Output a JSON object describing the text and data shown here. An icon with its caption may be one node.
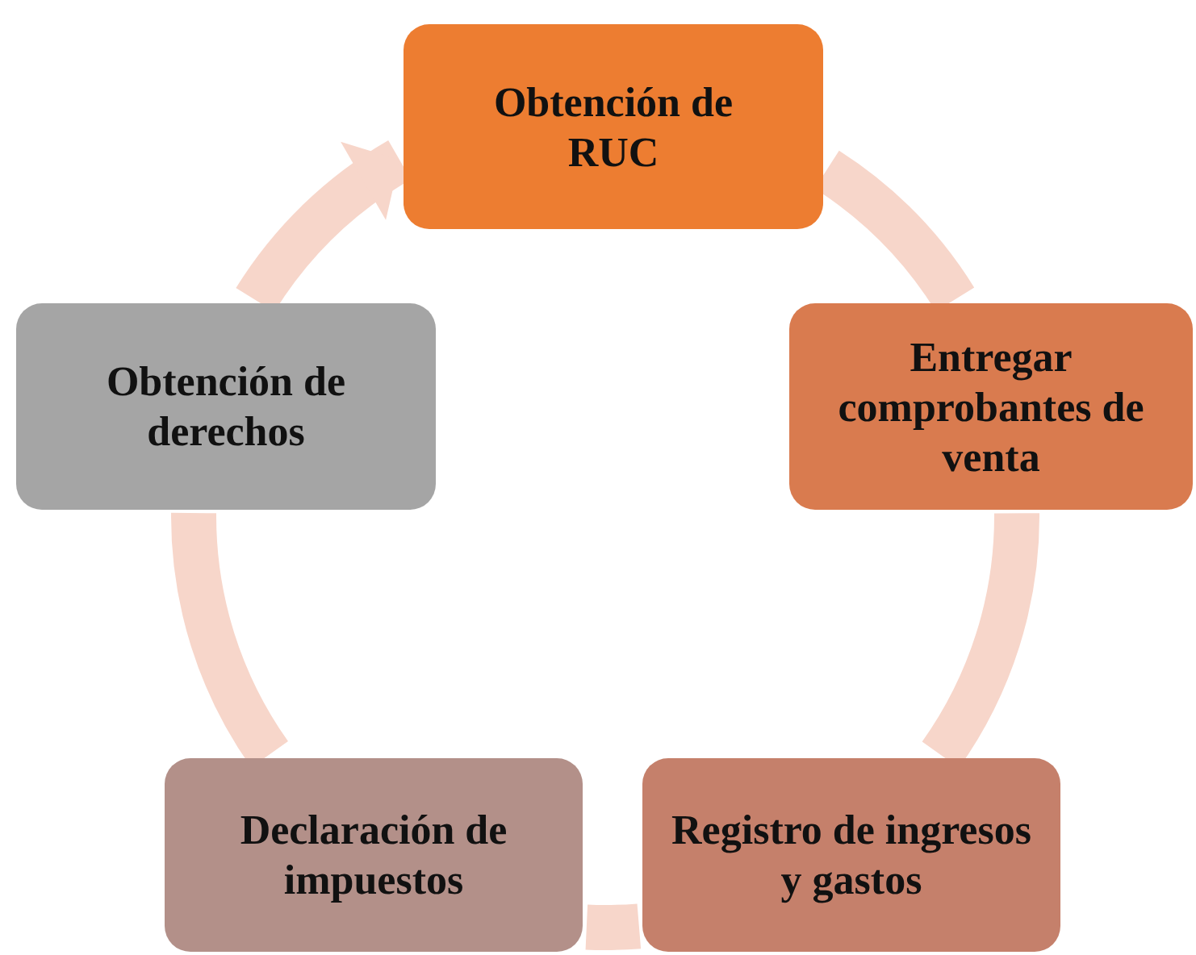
{
  "diagram": {
    "nodes": [
      {
        "text": [
          "Obtención de RUC"
        ]
      },
      {
        "text": [
          "Entregar comprobantes de venta"
        ]
      },
      {
        "text": [
          "Registro de ingresos y gastos"
        ]
      },
      {
        "text": [
          "Declaración de impuestos"
        ]
      },
      {
        "text": [
          "Obtención de derechos"
        ]
      }
    ],
    "edges": [
      {
        "from": 0,
        "to": 1,
        "arrow": "none"
      },
      {
        "from": 1,
        "to": 2,
        "arrow": "none"
      },
      {
        "from": 2,
        "to": 3,
        "arrow": "none"
      },
      {
        "from": 3,
        "to": 4,
        "arrow": "none"
      },
      {
        "from": 4,
        "to": 0,
        "arrow": "to"
      }
    ]
  }
}
